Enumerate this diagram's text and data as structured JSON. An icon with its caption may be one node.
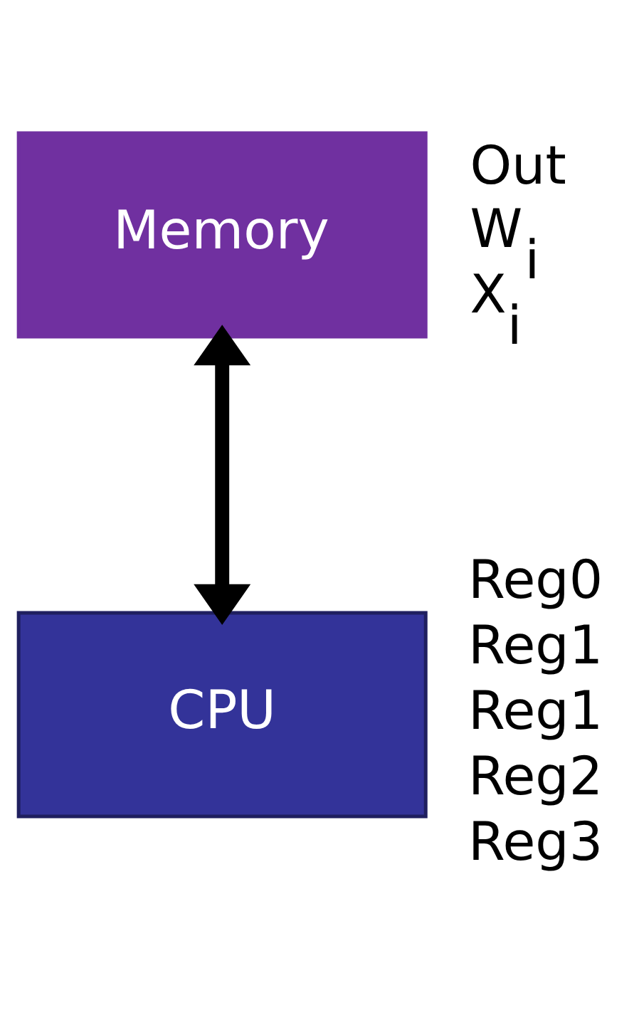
{
  "diagram": {
    "nodes": [
      {
        "text": [
          "Memory"
        ],
        "beside": [
          "Out",
          "W$_{i}$",
          "X$_{i}$"
        ]
      },
      {
        "text": [
          "CPU"
        ],
        "beside": [
          "Reg0",
          "Reg1",
          "Reg1",
          "Reg2",
          "Reg3"
        ]
      }
    ],
    "edges": [
      {
        "from": 0,
        "to": 1,
        "arrow": "both"
      }
    ]
  }
}
